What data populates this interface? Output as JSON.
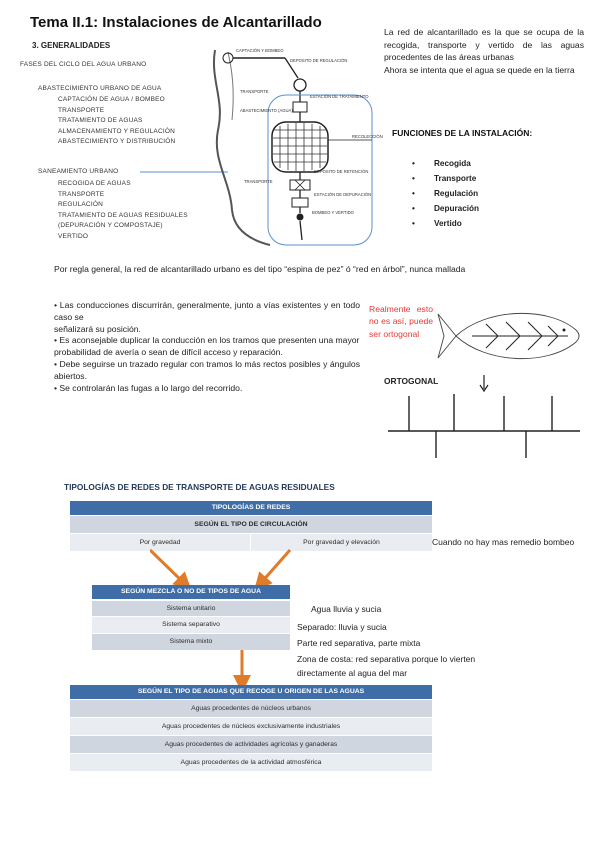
{
  "header": {
    "title": "Tema II.1: Instalaciones de Alcantarillado",
    "section": "3. GENERALIDADES"
  },
  "diagram_left": {
    "phases_title": "FASES DEL CICLO DEL AGUA URBANO",
    "abastecimiento_title": "ABASTECIMIENTO URBANO DE AGUA",
    "abastecimiento_items": [
      "CAPTACIÓN DE AGUA / BOMBEO",
      "TRANSPORTE",
      "TRATAMIENTO DE AGUAS",
      "ALMACENAMIENTO Y REGULACIÓN",
      "ABASTECIMIENTO Y DISTRIBUCIÓN"
    ],
    "saneamiento_title": "SANEAMIENTO URBANO",
    "saneamiento_items": [
      "RECOGIDA DE AGUAS",
      "TRANSPORTE",
      "REGULACIÓN",
      "TRATAMIENTO DE AGUAS RESIDUALES",
      "(DEPURACIÓN Y COMPOSTAJE)",
      "VERTIDO"
    ]
  },
  "diagram_labels": {
    "captacion": "CAPTACIÓN Y BOMBEO",
    "deposito_regulacion": "DEPOSITO DE REGULACIÓN",
    "transporte_top": "TRANSPORTE",
    "estacion_tratamiento": "ESTACIÓN DE TRATAMIENTO",
    "abastecimiento": "ABASTECIMIENTO (AGUA)",
    "recoleccion": "RECOLECCIÓN",
    "deposito_retencion": "DEPOSITO DE RETENCIÓN",
    "transporte_bottom": "TRANSPORTE",
    "estacion_depuracion": "ESTACIÓN DE DEPURACIÓN",
    "bombeo_vertido": "BOMBEO Y VERTIDO"
  },
  "intro_text": "La red de alcantarillado es la que se ocupa de la recogida, transporte y vertido de las aguas procedentes de las áreas urbanas\nAhora se intenta que el agua se quede en la tierra",
  "funciones": {
    "title": "FUNCIONES DE LA INSTALACIÓN:",
    "items": [
      "Recogida",
      "Transporte",
      "Regulación",
      "Depuración",
      "Vertido"
    ]
  },
  "paragraph": "Por regla general, la red de alcantarillado urbano es del tipo “espina de pez” ó “red en árbol”, nunca mallada",
  "bullets": [
    "• Las conducciones discurrirán, generalmente, junto a vías existentes y en todo caso se\nseñalizará su posición.",
    "• Es aconsejable duplicar la conducción en los tramos que presenten una mayor\nprobabilidad de avería o sean de difícil acceso y reparación.",
    "• Debe seguirse un trazado regular con tramos lo más rectos posibles y ángulos abiertos.",
    "• Se controlarán las fugas a lo largo del recorrido."
  ],
  "red_note": "Realmente esto no es así, puede ser ortogonal",
  "ortogonal_label": "ORTOGONAL",
  "tipologias": {
    "title": "TIPOLOGÍAS DE REDES DE TRANSPORTE DE AGUAS RESIDUALES",
    "header": "TIPOLOGÍAS DE REDES",
    "circulacion_header": "SEGÚN EL TIPO DE CIRCULACIÓN",
    "circulacion_cells": [
      "Por gravedad",
      "Por gravedad y elevación"
    ],
    "mezcla_header": "SEGÚN MEZCLA O NO DE TIPOS DE AGUA",
    "mezcla_rows": [
      "Sistema unitario",
      "Sistema separativo",
      "Sistema mixto"
    ],
    "origen_header": "SEGÚN EL TIPO DE AGUAS QUE RECOGE U ORIGEN DE LAS AGUAS",
    "origen_rows": [
      "Aguas procedentes de núcleos urbanos",
      "Aguas procedentes de núcleos exclusivamente industriales",
      "Aguas procedentes de actividades agrícolas y ganaderas",
      "Aguas procedentes de la actividad atmosférica"
    ]
  },
  "handwritten_notes": {
    "bombeo": "Cuando no hay mas remedio bombeo",
    "unitario": "Agua lluvia y sucia",
    "separativo": "Separado: lluvia y sucia",
    "mixto": "Parte red separativa, parte mixta",
    "costa_1": "Zona de costa: red separativa porque lo vierten",
    "costa_2": "directamente al agua del mar"
  },
  "colors": {
    "table_blue": "#3f6da7",
    "row_dark": "#d0d6e0",
    "row_light": "#e9ecf1",
    "arrow_orange": "#e07b2a",
    "note_red": "#e53935",
    "diagram_blue": "#5b8fd0"
  }
}
